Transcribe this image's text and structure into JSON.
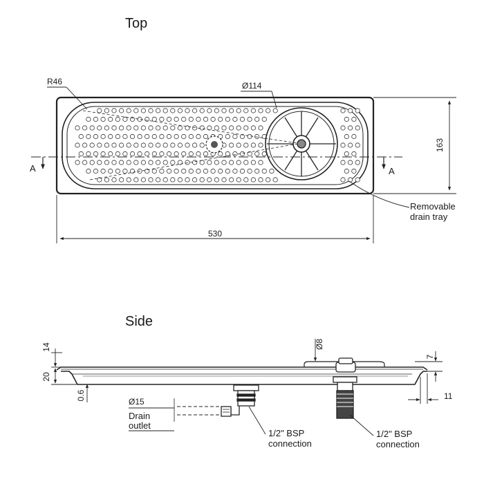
{
  "views": {
    "top": {
      "title": "Top"
    },
    "side": {
      "title": "Side"
    }
  },
  "dimensions": {
    "corner_radius": "R46",
    "grate_diameter": "Ø114",
    "depth": "163",
    "length": "530",
    "side_height_total": "14",
    "side_height_body": "20",
    "wall_thickness": "0.6",
    "tap_diameter": "Ø8",
    "rim_height": "7",
    "rim_offset": "11",
    "drain_diameter": "Ø15"
  },
  "section_marker": "A",
  "labels": {
    "removable_tray_line1": "Removable",
    "removable_tray_line2": "drain tray",
    "drain_outlet_line1": "Drain",
    "drain_outlet_line2": "outlet",
    "bsp_left_line1": "1/2\" BSP",
    "bsp_left_line2": "connection",
    "bsp_right_line1": "1/2\" BSP",
    "bsp_right_line2": "connection"
  }
}
